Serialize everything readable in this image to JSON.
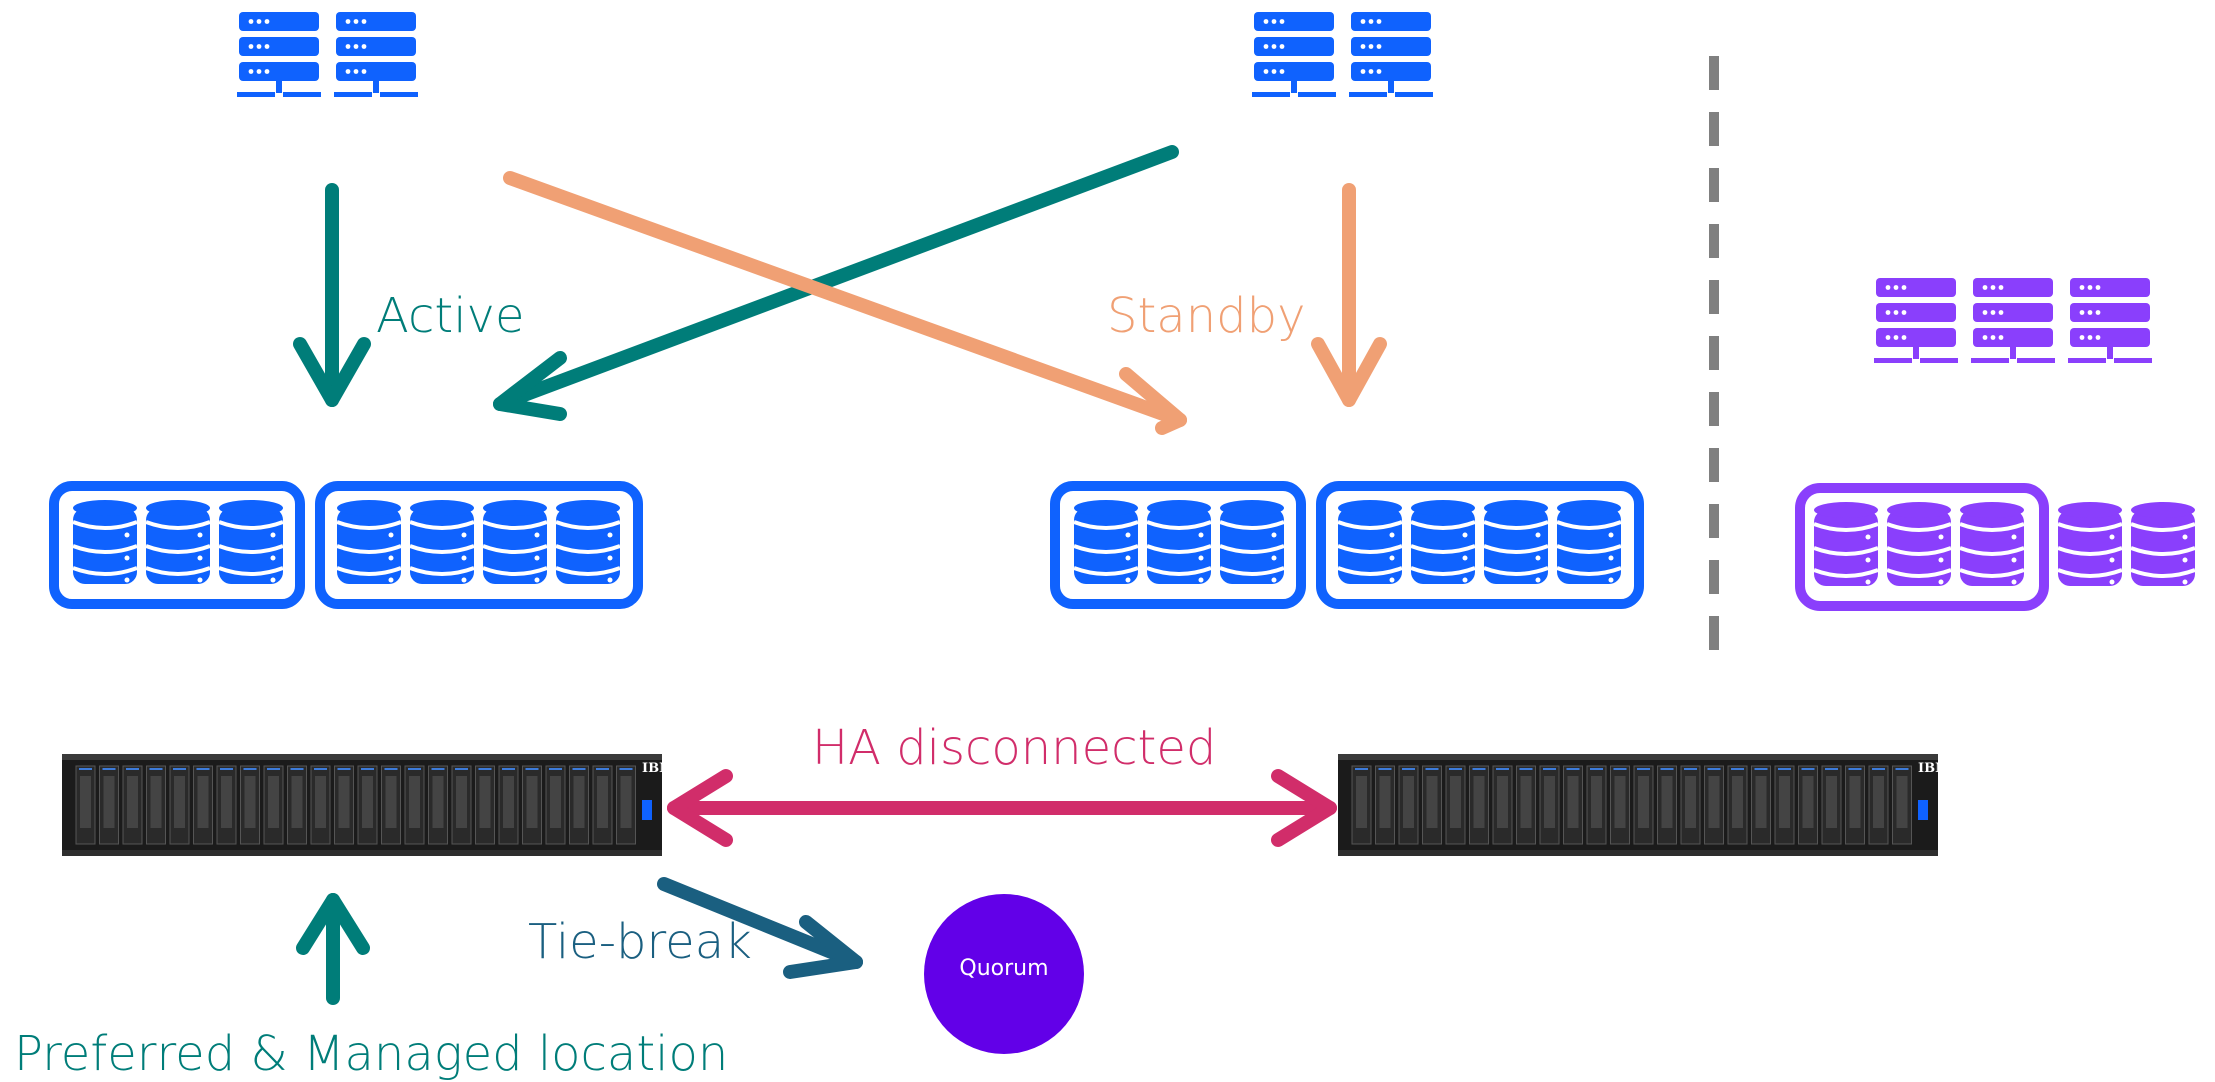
{
  "labels": {
    "active": "Active",
    "standby": "Standby",
    "ha_link": "HA disconnected",
    "tie_break": "Tie-break",
    "preferred": "Preferred & Managed location",
    "quorum": "Quorum",
    "rack_brand": "IBM"
  },
  "colors": {
    "blue": "#0f62fe",
    "purple": "#8a3ffc",
    "teal": "#007d79",
    "peach": "#f0a074",
    "magenta": "#d12d6a",
    "navy": "#1a5f80",
    "quorum": "#6200e8",
    "divider": "#808080"
  },
  "icons": {
    "server": "server-rack-icon",
    "disk": "database-cylinder-icon",
    "storage": "storage-enclosure-icon"
  }
}
